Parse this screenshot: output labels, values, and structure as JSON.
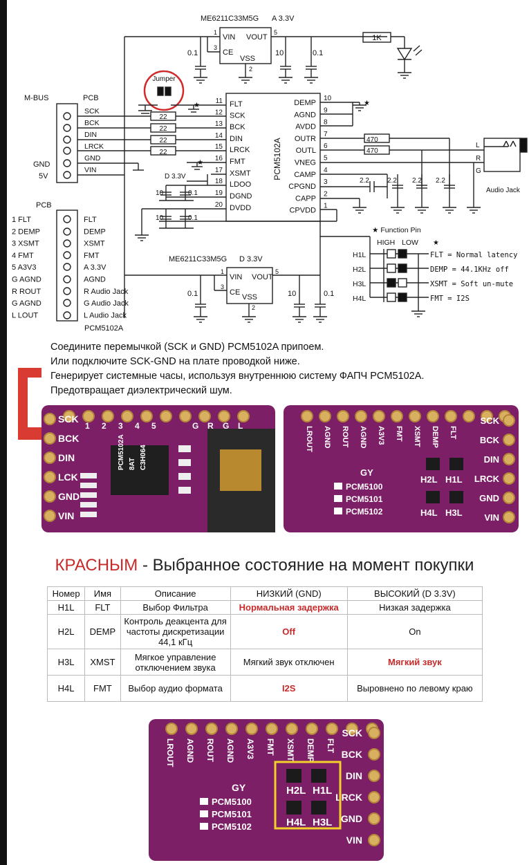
{
  "schematic": {
    "reg_top_part": "ME6211C33M5G",
    "reg_top_out": "A 3.3V",
    "reg_bottom_part": "ME6211C33M5G",
    "reg_bottom_out": "D 3.3V",
    "reg_pins": {
      "vin": "VIN",
      "vout": "VOUT",
      "ce": "CE",
      "vss": "VSS",
      "p1": "1",
      "p2": "2",
      "p3": "3",
      "p5": "5"
    },
    "cap_small": "0.1",
    "cap_large": "10",
    "cap_22": "2.2",
    "resistor_led": "1K",
    "resistor_out": "470",
    "resistor_series": "22",
    "jumper_label": "Jumper",
    "mbus_label": "M-BUS",
    "pcb_label": "PCB",
    "mbus_signals": [
      "SCK",
      "BCK",
      "DIN",
      "LRCK",
      "GND",
      "VIN"
    ],
    "left_gnd": "GND",
    "left_5v": "5V",
    "chip_name": "PCM5102A",
    "chip_left_pins": [
      {
        "num": "11",
        "name": "FLT"
      },
      {
        "num": "12",
        "name": "SCK"
      },
      {
        "num": "13",
        "name": "BCK"
      },
      {
        "num": "14",
        "name": "DIN"
      },
      {
        "num": "15",
        "name": "LRCK"
      },
      {
        "num": "16",
        "name": "FMT"
      },
      {
        "num": "17",
        "name": "XSMT"
      },
      {
        "num": "18",
        "name": "LDOO"
      },
      {
        "num": "19",
        "name": "DGND"
      },
      {
        "num": "20",
        "name": "DVDD"
      }
    ],
    "chip_right_pins": [
      {
        "num": "10",
        "name": "DEMP"
      },
      {
        "num": "9",
        "name": "AGND"
      },
      {
        "num": "8",
        "name": "AVDD"
      },
      {
        "num": "7",
        "name": "OUTR"
      },
      {
        "num": "6",
        "name": "OUTL"
      },
      {
        "num": "5",
        "name": "VNEG"
      },
      {
        "num": "4",
        "name": "CAMP"
      },
      {
        "num": "3",
        "name": "CPGND"
      },
      {
        "num": "2",
        "name": "CAPP"
      },
      {
        "num": "1",
        "name": "CPVDD"
      }
    ],
    "d33_label": "D 3.3V",
    "jack_labels": [
      "L",
      "R",
      "G"
    ],
    "audio_jack": "Audio Jack",
    "pcb_header_title": "PCB",
    "pcb_header": [
      {
        "left": "1 FLT",
        "right": "FLT"
      },
      {
        "left": "2 DEMP",
        "right": "DEMP"
      },
      {
        "left": "3 XSMT",
        "right": "XSMT"
      },
      {
        "left": "4 FMT",
        "right": "FMT"
      },
      {
        "left": "5 A3V3",
        "right": "A 3.3V"
      },
      {
        "left": "G AGND",
        "right": "AGND"
      },
      {
        "left": "R ROUT",
        "right": "R Audio Jack"
      },
      {
        "left": "G AGND",
        "right": "G Audio Jack"
      },
      {
        "left": "L LOUT",
        "right": "L Audio Jack"
      }
    ],
    "pcb_header_footer": "PCM5102A",
    "function_pin_title": "★ Function Pin",
    "high_label": "HIGH",
    "low_label": "LOW",
    "star": "★",
    "function_rows": [
      {
        "pad": "H1L",
        "desc": "FLT  = Normal latency"
      },
      {
        "pad": "H2L",
        "desc": "DEMP = 44.1KHz off"
      },
      {
        "pad": "H3L",
        "desc": "XSMT = Soft un-mute"
      },
      {
        "pad": "H4L",
        "desc": "FMT  = I2S"
      }
    ]
  },
  "instructions": [
    "Соедините перемычкой (SCK и GND) PCM5102A припоем.",
    "Или подключите SCK-GND на плате проводкой ниже.",
    "Генерирует системные часы, используя внутреннюю систему ФАПЧ PCM5102A.",
    "Предотвращает диэлектрический шум."
  ],
  "board_front": {
    "pin_labels": [
      "SCK",
      "BCK",
      "DIN",
      "LCK",
      "GND",
      "VIN"
    ],
    "top_numbers": [
      "1",
      "2",
      "3",
      "4",
      "5"
    ],
    "top_letters": [
      "G",
      "R",
      "G",
      "L"
    ],
    "chip_text": [
      "PCM5102A",
      "8AT",
      "C3H064"
    ],
    "colors": {
      "pcb": "#7d1f66",
      "accent": "#d93a32"
    }
  },
  "board_back": {
    "top_labels": [
      "LROUT",
      "AGND",
      "ROUT",
      "AGND",
      "A3V3",
      "FMT",
      "XSMT",
      "DEMP",
      "FLT"
    ],
    "right_labels": [
      "SCK",
      "BCK",
      "DIN",
      "LRCK",
      "GND",
      "VIN"
    ],
    "logo": "GY",
    "models": [
      "PCM5100",
      "PCM5101",
      "PCM5102"
    ],
    "pads": [
      "H2L",
      "H1L",
      "H4L",
      "H3L"
    ]
  },
  "legend": {
    "red_word": "КРАСНЫМ",
    "rest": " - Выбранное состояние на момент покупки"
  },
  "table": {
    "headers": [
      "Номер",
      "Имя",
      "Описание",
      "НИЗКИЙ (GND)",
      "ВЫСОКИЙ (D 3.3V)"
    ],
    "rows": [
      [
        "H1L",
        "FLT",
        "Выбор Фильтра",
        "Нормальная задержка",
        "Низкая задержка"
      ],
      [
        "H2L",
        "DEMP",
        "Контроль деакцента для частоты дискретизации 44,1 кГц",
        "Off",
        "On"
      ],
      [
        "H3L",
        "XMST",
        "Мягкое управление отключением звука",
        "Мягкий звук отключен",
        "Мягкий звук"
      ],
      [
        "H4L",
        "FMT",
        "Выбор аудио формата",
        "I2S",
        "Выровнено по левому краю"
      ]
    ],
    "highlight": [
      [
        0,
        3
      ],
      [
        1,
        3
      ],
      [
        2,
        4
      ],
      [
        3,
        3
      ]
    ]
  },
  "colors": {
    "highlight": "#c62a2a",
    "pcb": "#7d1f66",
    "jumper_circle": "#d02a2a",
    "box": "#f2d22a"
  }
}
